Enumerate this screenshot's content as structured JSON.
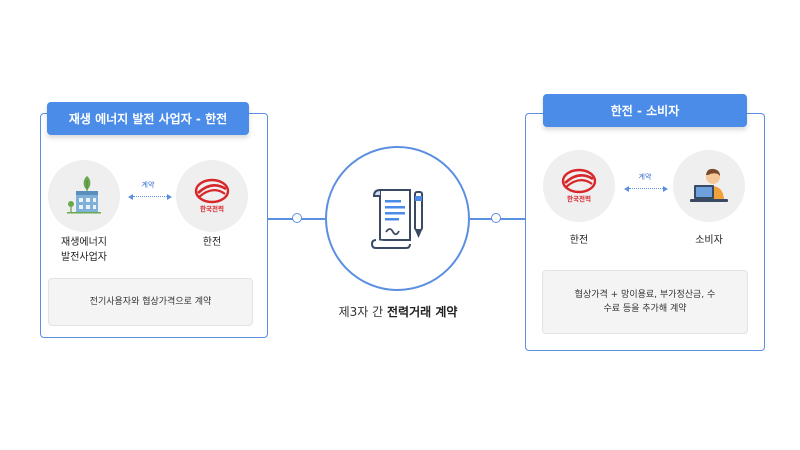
{
  "left_panel": {
    "title": "재생 에너지 발전 사업자 - 한전",
    "node_a": {
      "label_line1": "재생에너지",
      "label_line2": "발전사업자",
      "icon": "renewable-building-icon"
    },
    "node_b": {
      "label": "한전",
      "icon": "kepco-logo",
      "logo_text": "한국전력"
    },
    "contract_label": "계약",
    "note": "전기사용자와 협상가격으로 계약"
  },
  "center": {
    "caption_prefix": "제3자 간",
    "caption_bold": "전력거래 계약",
    "icon": "contract-document-icon"
  },
  "right_panel": {
    "title": "한전 - 소비자",
    "node_a": {
      "label": "한전",
      "icon": "kepco-logo",
      "logo_text": "한국전력"
    },
    "node_b": {
      "label": "소비자",
      "icon": "consumer-computer-icon"
    },
    "contract_label": "계약",
    "note_line1": "협상가격 + 망이용료, 부가정산금, 수",
    "note_line2": "수료 등을 추가해 계약"
  },
  "colors": {
    "accent": "#4a8ce8",
    "line": "#5b8fe0",
    "kepco_red": "#d8262b"
  }
}
